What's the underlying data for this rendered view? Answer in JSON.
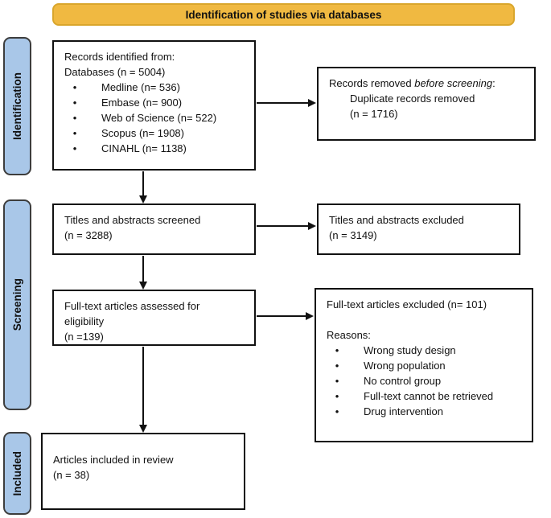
{
  "banner": {
    "label": "Identification of studies via databases",
    "bg_color": "#F0B941",
    "border_color": "#D9A62C"
  },
  "sidebar": {
    "bg_color": "#A9C7E8",
    "items": [
      {
        "label": "Identification"
      },
      {
        "label": "Screening"
      },
      {
        "label": "Included"
      }
    ]
  },
  "boxes": {
    "records_identified": {
      "line1": "Records identified from:",
      "line2": "Databases (n = 5004)",
      "bullets": [
        "Medline (n= 536)",
        "Embase (n= 900)",
        "Web of Science (n= 522)",
        "Scopus (n= 1908)",
        "CINAHL (n= 1138)"
      ]
    },
    "records_removed": {
      "prefix": "Records removed ",
      "italic": "before screening",
      "suffix": ":",
      "line2": "Duplicate records removed",
      "line3": "(n = 1716)"
    },
    "titles_screened": {
      "line1": "Titles and abstracts screened",
      "line2": "(n = 3288)"
    },
    "titles_excluded": {
      "line1": "Titles and abstracts excluded",
      "line2": "(n = 3149)"
    },
    "fulltext_assessed": {
      "line1": "Full-text articles assessed for",
      "line2": "eligibility",
      "line3": "(n =139)"
    },
    "fulltext_excluded": {
      "line1": "Full-text articles excluded (n= 101)",
      "reasons_label": "Reasons:",
      "bullets": [
        "Wrong study design",
        "Wrong population",
        "No control group",
        "Full-text cannot be retrieved",
        "Drug intervention"
      ]
    },
    "articles_included": {
      "line1": "Articles included in review",
      "line2": "(n = 38)"
    }
  }
}
